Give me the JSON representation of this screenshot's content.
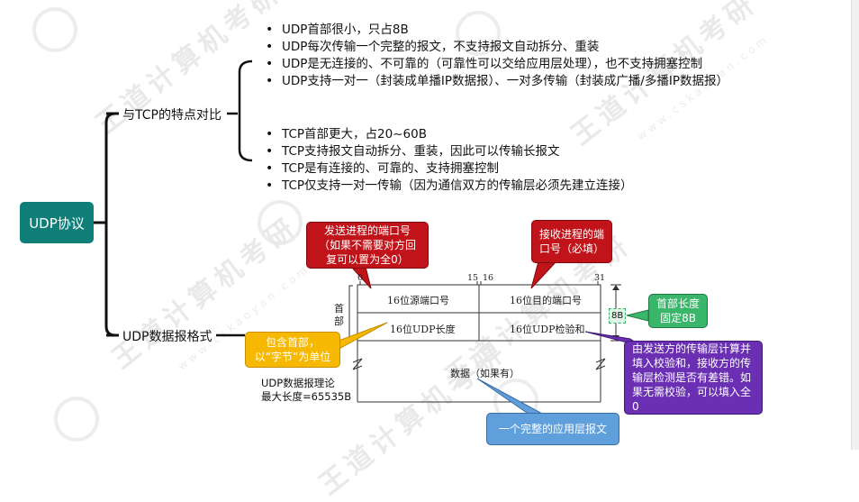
{
  "root": {
    "label": "UDP协议"
  },
  "branch_compare": {
    "label": "与TCP的特点对比",
    "udp_items": [
      "UDP首部很小，只占8B",
      "UDP每次传输一个完整的报文，不支持报文自动拆分、重装",
      "UDP是无连接的、不可靠的（可靠性可以交给应用层处理），也不支持拥塞控制",
      "UDP支持一对一（封装成单播IP数据报）、一对多传输（封装成广播/多播IP数据报）"
    ],
    "tcp_items": [
      "TCP首部更大，占20~60B",
      "TCP支持报文自动拆分、重装，因此可以传输长报文",
      "TCP是有连接的、可靠的、支持拥塞控制",
      "TCP仅支持一对一传输（因为通信双方的传输层必须先建立连接）"
    ]
  },
  "branch_format": {
    "label": "UDP数据报格式",
    "bit_labels": [
      "0",
      "15",
      "16",
      "31"
    ],
    "header_side_label": "首部",
    "cells": {
      "src_port": "16位源端口号",
      "dst_port": "16位目的端口号",
      "length": "16位UDP长度",
      "checksum": "16位UDP检验和",
      "data": "数据（如果有）"
    },
    "size_badge": "8B",
    "max_len_line1": "UDP数据报理论",
    "max_len_line2": "最大长度=65535B"
  },
  "callouts": {
    "src_port": "发送进程的端口号（如果不需要对方回复可以置为全0）",
    "dst_port": "接收进程的端口号（必填）",
    "header_len": "首部长度固定8B",
    "length_unit": "包含首部，以“字节”为单位",
    "checksum": "由发送方的传输层计算并填入校验和，接收方的传输层检测是否有差错。如果无需校验，可以填入全0",
    "data": "一个完整的应用层报文"
  },
  "watermark": {
    "text": "王道计算机考研",
    "url": "www.cskaoyan.com"
  },
  "colors": {
    "root": "#0f7f78",
    "red": "#c0141a",
    "yellow": "#f6b800",
    "purple": "#6a2fb3",
    "blue": "#5f9fdb",
    "green": "#39b66a"
  }
}
